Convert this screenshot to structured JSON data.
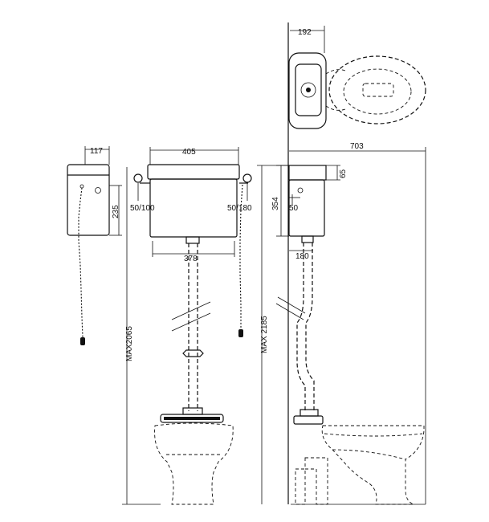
{
  "dimensions": {
    "side_cistern_depth": "117",
    "side_cistern_height": "235",
    "front_cistern_width": "405",
    "front_flush_outlet": "378",
    "pull_left": "50/100",
    "pull_right": "50/180",
    "front_max_height": "MAX2065",
    "plan_width": "192",
    "profile_total_depth": "703",
    "profile_top": "65",
    "profile_cistern_height": "354",
    "profile_inlet": "50",
    "profile_outlet": "180",
    "profile_max_height": "MAX 2185"
  },
  "colors": {
    "line": "#111111",
    "background": "#ffffff"
  }
}
